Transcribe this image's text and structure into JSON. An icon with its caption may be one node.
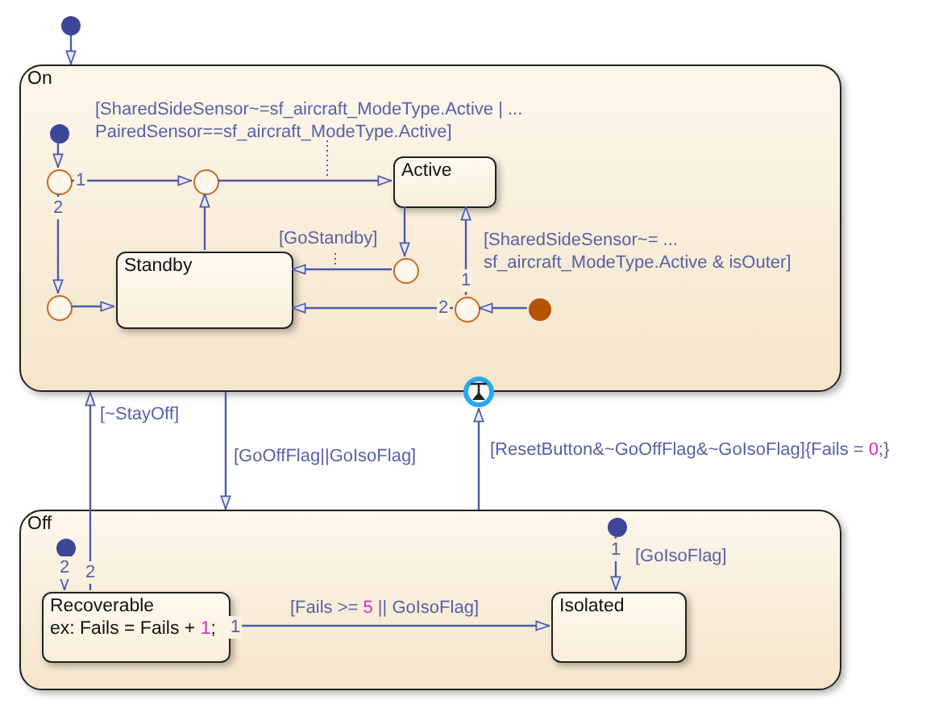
{
  "diagram": {
    "nodes": [
      {
        "text": [
          "On"
        ]
      },
      {
        "text": [
          "Off"
        ]
      },
      {
        "text": [],
        "shape": "dot"
      },
      {
        "text": [],
        "shape": "dot",
        "in": 0
      },
      {
        "text": [],
        "shape": "circle",
        "in": 0
      },
      {
        "text": [],
        "shape": "circle",
        "in": 0
      },
      {
        "text": [
          "Active"
        ],
        "in": 0
      },
      {
        "text": [
          "Standby"
        ],
        "in": 0
      },
      {
        "text": [],
        "shape": "circle",
        "in": 0
      },
      {
        "text": [],
        "shape": "circle",
        "in": 0
      },
      {
        "text": [],
        "shape": "circle",
        "in": 0
      },
      {
        "text": [],
        "shape": "dot",
        "in": 0
      },
      {
        "text": [],
        "shape": "connector"
      },
      {
        "text": [
          "Recoverable",
          "ex: Fails = Fails + 1;"
        ],
        "in": 1
      },
      {
        "text": [],
        "shape": "dot",
        "in": 1
      },
      {
        "text": [],
        "shape": "dot",
        "in": 1
      },
      {
        "text": [
          "Isolated"
        ],
        "in": 1
      }
    ],
    "edges": [
      {
        "from": 2,
        "to": 0,
        "arrow": "to"
      },
      {
        "from": 3,
        "to": 4,
        "arrow": "to"
      },
      {
        "from": 4,
        "to": 5,
        "arrow": "to",
        "label": "1"
      },
      {
        "from": 5,
        "to": 6,
        "arrow": "to",
        "label": "[SharedSideSensor~=sf_aircraft_ModeType.Active | ... PairedSensor==sf_aircraft_ModeType.Active]"
      },
      {
        "from": 4,
        "to": 8,
        "arrow": "to",
        "label": "2"
      },
      {
        "from": 8,
        "to": 7,
        "arrow": "to"
      },
      {
        "from": 7,
        "to": 5,
        "arrow": "to"
      },
      {
        "from": 6,
        "to": 9,
        "arrow": "to"
      },
      {
        "from": 9,
        "to": 7,
        "arrow": "to",
        "label": "[GoStandby]"
      },
      {
        "from": 10,
        "to": 6,
        "arrow": "to",
        "label": "[SharedSideSensor~= ... sf_aircraft_ModeType.Active & isOuter]"
      },
      {
        "from": 10,
        "to": 7,
        "arrow": "to",
        "label": "2"
      },
      {
        "from": 11,
        "to": 10,
        "arrow": "to"
      },
      {
        "from": 13,
        "to": 0,
        "arrow": "to",
        "label": "[~StayOff]"
      },
      {
        "from": 0,
        "to": 1,
        "arrow": "to",
        "label": "[GoOffFlag||GoIsoFlag]"
      },
      {
        "from": 1,
        "to": 12,
        "arrow": "to",
        "label": "[ResetButton&~GoOffFlag&~GoIsoFlag]{Fails = 0;}"
      },
      {
        "from": 14,
        "to": 13,
        "arrow": "to",
        "label": "2"
      },
      {
        "from": 15,
        "to": 16,
        "arrow": "to",
        "label": "[GoIsoFlag]"
      },
      {
        "from": 13,
        "to": 16,
        "arrow": "to",
        "label": "[Fails >= 5 || GoIsoFlag]"
      }
    ],
    "labels": [
      "1",
      "2",
      "1",
      "1"
    ]
  }
}
